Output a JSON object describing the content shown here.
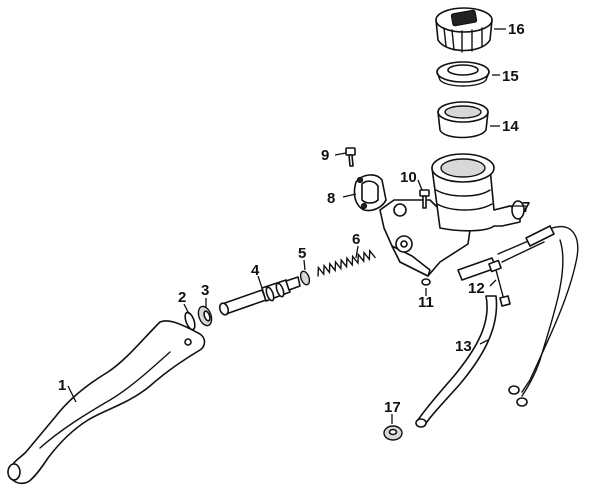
{
  "callouts": [
    {
      "id": "1",
      "label": "1",
      "part": "clutch-lever"
    },
    {
      "id": "2",
      "label": "2",
      "part": "circlip"
    },
    {
      "id": "3",
      "label": "3",
      "part": "washer-nut"
    },
    {
      "id": "4",
      "label": "4",
      "part": "push-rod-piston"
    },
    {
      "id": "5",
      "label": "5",
      "part": "spring-seat"
    },
    {
      "id": "6",
      "label": "6",
      "part": "return-spring"
    },
    {
      "id": "7",
      "label": "7",
      "part": "master-cylinder-body"
    },
    {
      "id": "8",
      "label": "8",
      "part": "clamp"
    },
    {
      "id": "9",
      "label": "9",
      "part": "clamp-bolt"
    },
    {
      "id": "10",
      "label": "10",
      "part": "screw"
    },
    {
      "id": "11",
      "label": "11",
      "part": "o-ring"
    },
    {
      "id": "12",
      "label": "12",
      "part": "switch"
    },
    {
      "id": "13",
      "label": "13",
      "part": "hose"
    },
    {
      "id": "14",
      "label": "14",
      "part": "diaphragm"
    },
    {
      "id": "15",
      "label": "15",
      "part": "diaphragm-plate"
    },
    {
      "id": "16",
      "label": "16",
      "part": "reservoir-cap"
    },
    {
      "id": "17",
      "label": "17",
      "part": "sealing-washer"
    }
  ]
}
